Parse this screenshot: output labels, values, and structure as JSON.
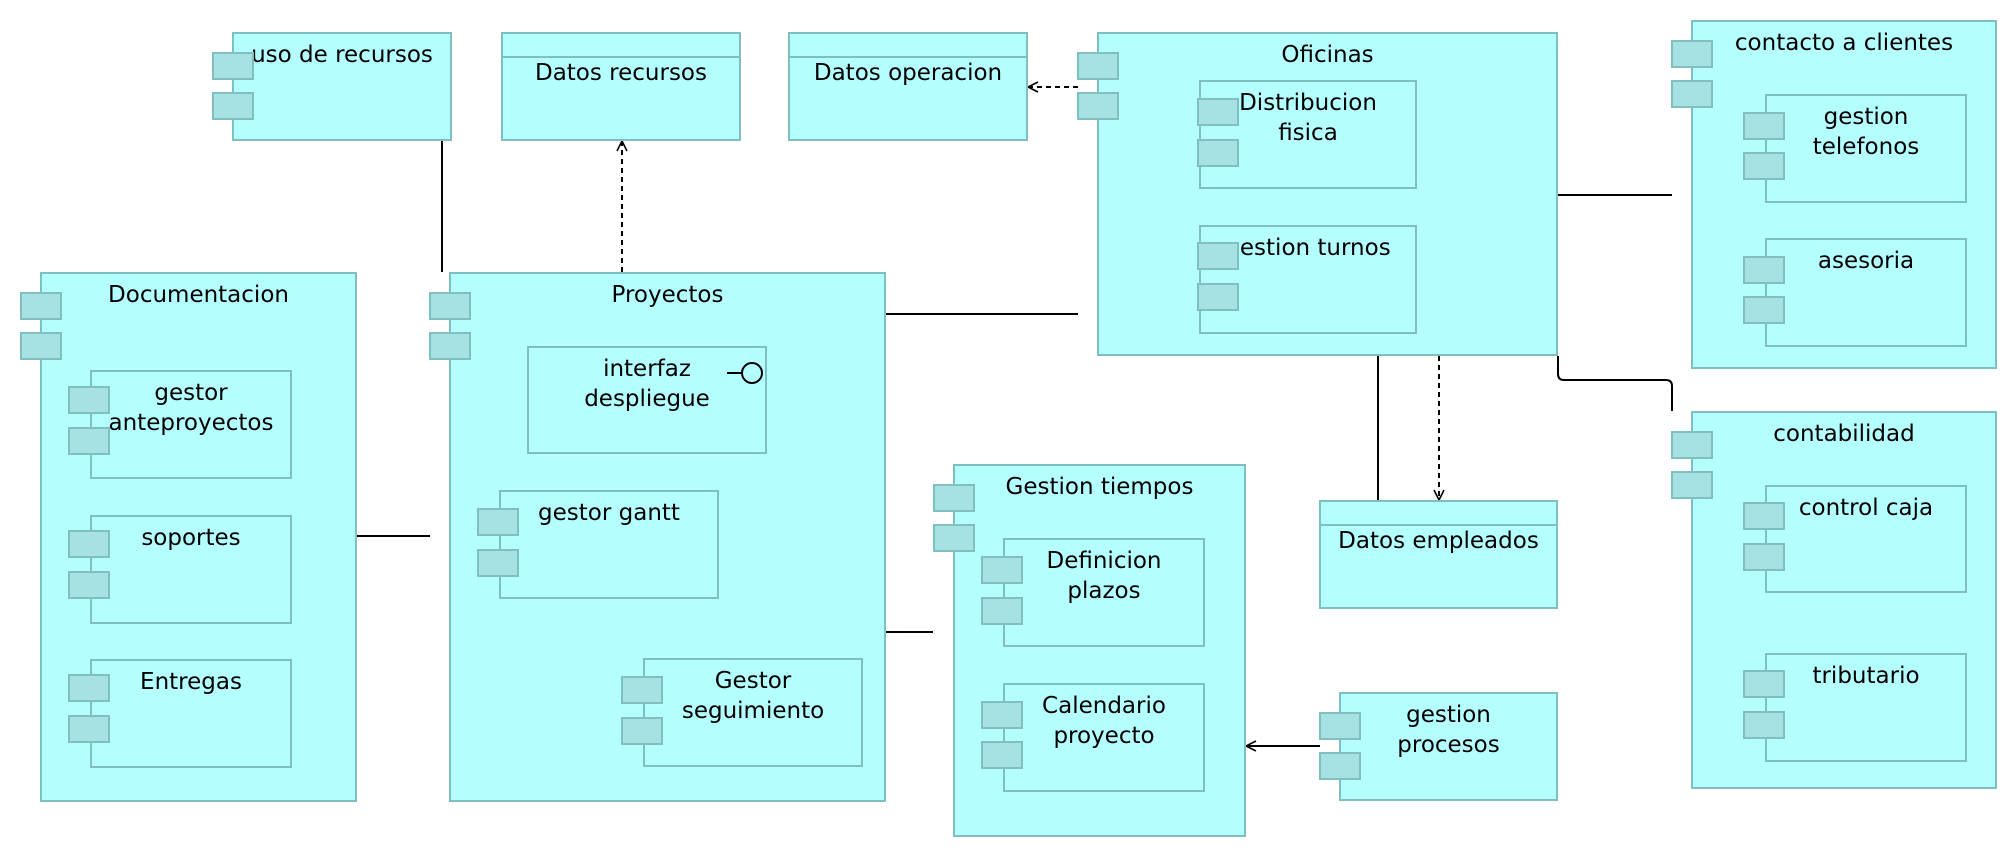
{
  "colors": {
    "box_fill": "#b4ffff",
    "box_border": "#7fbfbf",
    "tab_fill": "#a6e2e4",
    "connector": "#000000"
  },
  "components": {
    "uso_recursos": "uso de recursos",
    "documentacion": "Documentacion",
    "gestor_anteproyectos": "gestor\nanteproyectos",
    "soportes": "soportes",
    "entregas": "Entregas",
    "proyectos": "Proyectos",
    "interfaz_despliegue": "interfaz\ndespliegue",
    "gestor_gantt": "gestor gantt",
    "gestor_seguimiento": "Gestor\nseguimiento",
    "gestion_tiempos": "Gestion tiempos",
    "definicion_plazos": "Definicion\nplazos",
    "calendario_proyecto": "Calendario\nproyecto",
    "gestion_procesos": "gestion\nprocesos",
    "oficinas": "Oficinas",
    "distribucion_fisica": "Distribucion\nfisica",
    "gestion_turnos": "gestion turnos",
    "contacto_clientes": "contacto a clientes",
    "gestion_telefonos": "gestion\ntelefonos",
    "asesoria": "asesoria",
    "contabilidad": "contabilidad",
    "control_caja": "control caja",
    "tributario": "tributario"
  },
  "data_stores": {
    "datos_recursos": "Datos recursos",
    "datos_operacion": "Datos operacion",
    "datos_empleados": "Datos empleados"
  }
}
